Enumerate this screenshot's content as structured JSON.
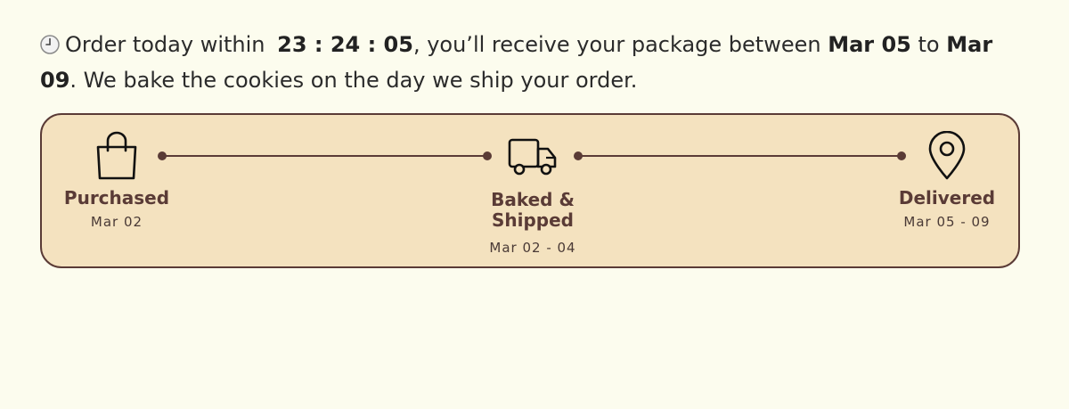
{
  "notice": {
    "prefix": "Order today within",
    "timer": "23 : 24 : 05",
    "middle": ", you’ll receive your package between",
    "date_from": "Mar 05",
    "to_word": "to",
    "date_to": "Mar 09",
    "suffix": ". We bake the cookies on the day we ship your order."
  },
  "steps": [
    {
      "icon": "shopping-bag-icon",
      "title": "Purchased",
      "date": "Mar 02"
    },
    {
      "icon": "delivery-truck-icon",
      "title": "Baked & Shipped",
      "date": "Mar 02 - 04"
    },
    {
      "icon": "map-pin-icon",
      "title": "Delivered",
      "date": "Mar 05 - 09"
    }
  ],
  "colors": {
    "background": "#fcfcee",
    "tracker_fill": "#f4e2bf",
    "accent": "#5a3b36"
  }
}
